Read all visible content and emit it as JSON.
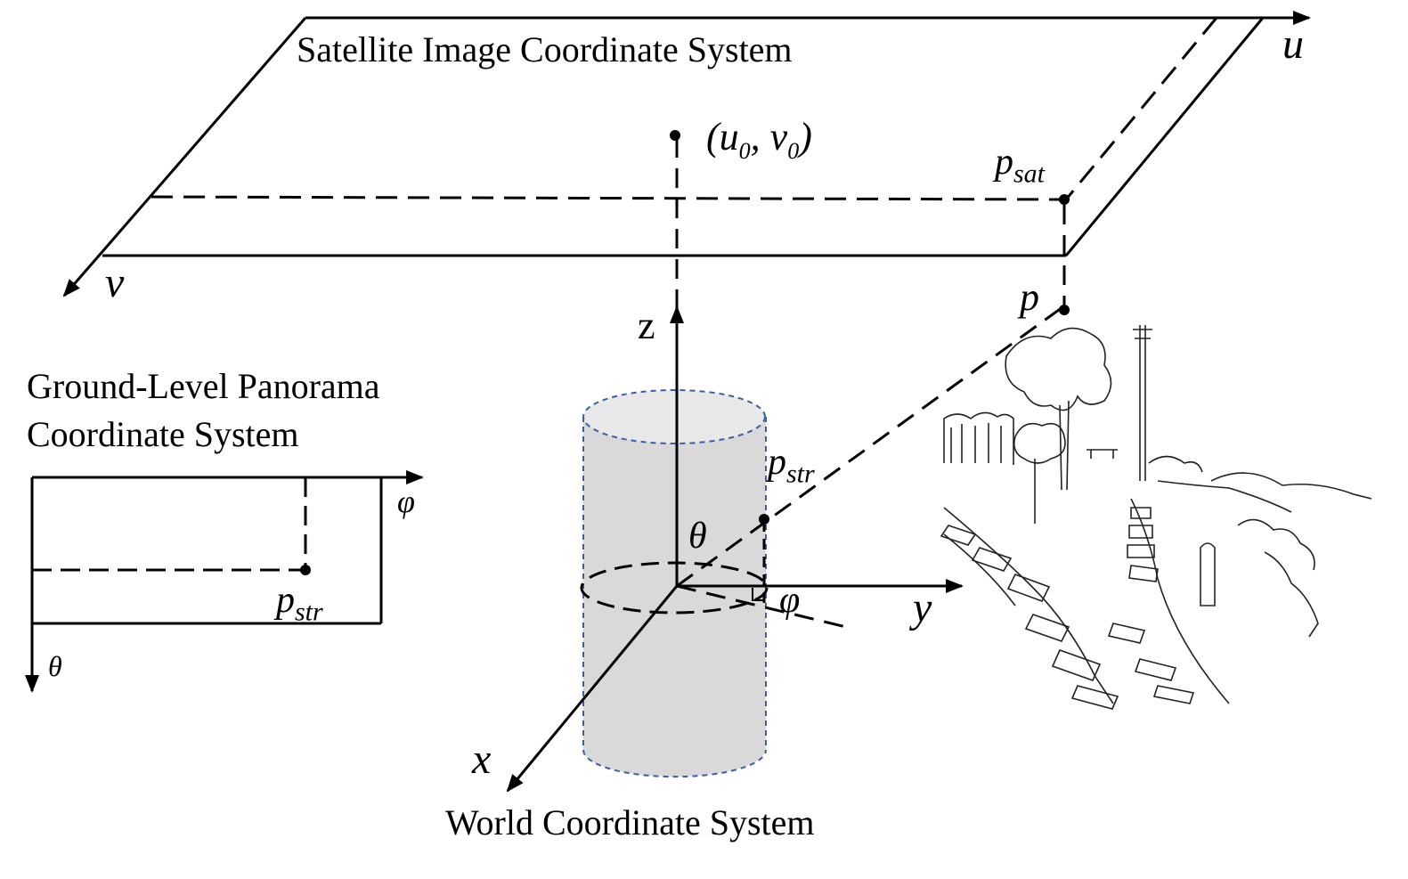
{
  "titles": {
    "satellite": "Satellite Image Coordinate System",
    "panorama_line1": "Ground-Level Panorama",
    "panorama_line2": "Coordinate System",
    "world": "World Coordinate System"
  },
  "axes": {
    "u": "u",
    "v": "v",
    "z": "z",
    "y": "y",
    "x": "x",
    "pano_phi": "φ",
    "pano_theta": "θ"
  },
  "points": {
    "origin_sat": {
      "text": "(u",
      "sub0": "0",
      "mid": ", v",
      "sub1": "0",
      "end": ")"
    },
    "p_sat": {
      "base": "p",
      "sub": "sat"
    },
    "p": {
      "base": "p"
    },
    "p_str_world": {
      "base": "p",
      "sub": "str"
    },
    "p_str_pano": {
      "base": "p",
      "sub": "str"
    }
  },
  "angles": {
    "theta": "θ",
    "phi": "φ"
  },
  "colors": {
    "stroke": "#000000",
    "cylinder_fill": "#d9d9d9",
    "cylinder_border": "#3b5ea8",
    "background": "#ffffff"
  }
}
